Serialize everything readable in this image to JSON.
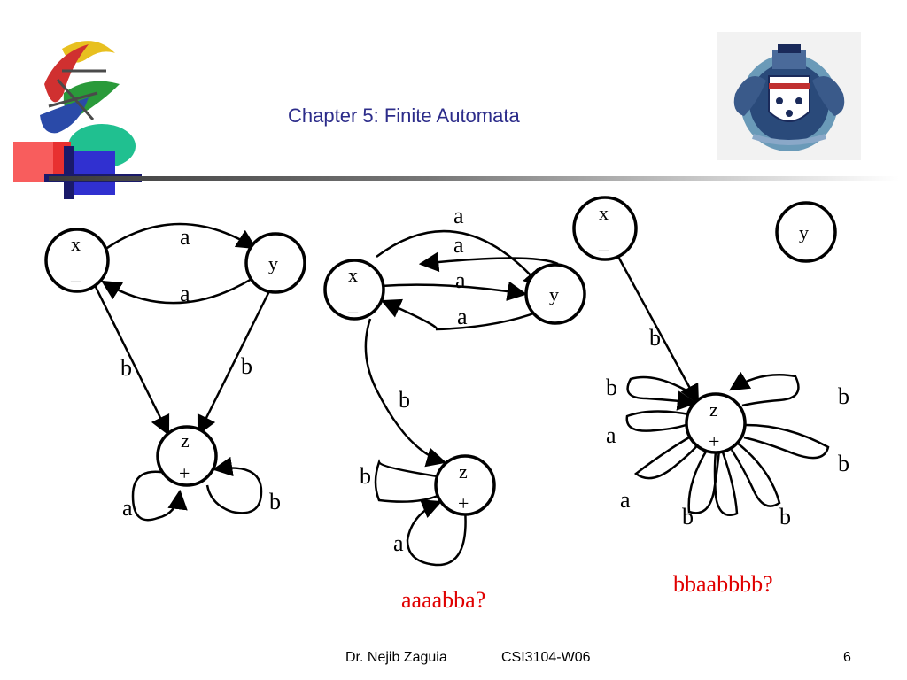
{
  "header": {
    "title": "Chapter 5: Finite Automata"
  },
  "footer": {
    "author": "Dr. Nejib Zaguia",
    "course": "CSI3104-W06",
    "page": "6"
  },
  "diagram1": {
    "states": {
      "x_name": "x",
      "x_mark": "_",
      "y_name": "y",
      "z_name": "z",
      "z_mark": "+"
    },
    "labels": {
      "xy": "a",
      "yx": "a",
      "xz": "b",
      "yz": "b",
      "z_loop_left": "a",
      "z_loop_right": "b"
    }
  },
  "diagram2": {
    "states": {
      "x_name": "x",
      "x_mark": "_",
      "y_name": "y",
      "z_name": "z",
      "z_mark": "+"
    },
    "labels": {
      "a1": "a",
      "a2": "a",
      "a3": "a",
      "a4": "a",
      "xz": "b",
      "z_loop_top": "b",
      "z_loop_bottom": "a"
    },
    "question": "aaaabba?"
  },
  "diagram3": {
    "states": {
      "x_name": "x",
      "x_mark": "_",
      "y_name": "y",
      "z_name": "z",
      "z_mark": "+"
    },
    "labels": {
      "xz": "b",
      "l1": "b",
      "l2": "a",
      "l3": "a",
      "l4": "b",
      "l5": "b",
      "l6": "b",
      "l7": "b"
    },
    "question": "bbaabbbb?"
  }
}
